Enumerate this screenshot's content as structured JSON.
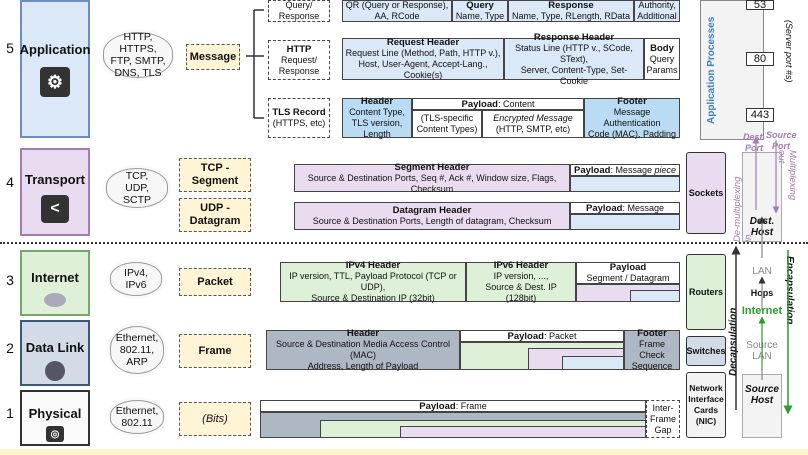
{
  "layers": [
    {
      "num": "5",
      "name": "Application",
      "protocols": "HTTP, HTTPS,\nFTP, SMTP,\nDNS, TLS",
      "pdu": "Message"
    },
    {
      "num": "4",
      "name": "Transport",
      "protocols": "TCP, UDP,\nSCTP",
      "pdu_tcp": "TCP -\nSegment",
      "pdu_udp": "UDP -\nDatagram"
    },
    {
      "num": "3",
      "name": "Internet",
      "protocols": "IPv4,\nIPv6",
      "pdu": "Packet"
    },
    {
      "num": "2",
      "name": "Data Link",
      "protocols": "Ethernet,\n802.11,\nARP",
      "pdu": "Frame"
    },
    {
      "num": "1",
      "name": "Physical",
      "protocols": "Ethernet,\n802.11",
      "pdu": "(Bits)"
    }
  ],
  "dns": {
    "label": "Query/\nResponse",
    "header": "QR (Query or Response),\nAA, RCode",
    "query": "Query",
    "query_sub": "Name, Type",
    "response": "Response",
    "response_sub": "Name, Type, RLength, RData",
    "tail": "Authority,\nAdditional"
  },
  "http": {
    "label": "HTTP",
    "label_sub": "Request/\nResponse",
    "req": "Request Header",
    "req_sub": "Request Line (Method, Path, HTTP v.),\nHost, User-Agent, Accept-Lang., Cookie(s)",
    "resp": "Response Header",
    "resp_sub": "Status Line (HTTP v., SCode, SText),\nServer, Content-Type, Set-Cookie",
    "body": "Body",
    "body_sub": "Query\nParams"
  },
  "tls": {
    "label": "TLS Record",
    "label_sub": "(HTTPS, etc)",
    "header": "Header",
    "header_sub": "Content Type,\nTLS version,\nLength",
    "payload_b": "Payload",
    "payload_rest": ": Content",
    "p1": "(TLS-specific\nContent Types)",
    "p2_i": "Encrypted Message",
    "p2": "(HTTP, SMTP, etc)",
    "footer": "Footer",
    "footer_sub": "Message Authentication\nCode (MAC), Padding"
  },
  "ports": [
    "53",
    "80",
    "443"
  ],
  "app_proc": "Application Processes",
  "server_port": "(Server port #s)",
  "segment": {
    "header": "Segment Header",
    "header_sub": "Source & Destination Ports, Seq #, Ack #, Window size, Flags, Checksum",
    "payload_b": "Payload",
    "payload_rest": ": Message ",
    "payload_i": "piece"
  },
  "datagram": {
    "header": "Datagram Header",
    "header_sub": "Source & Destination Ports, Length of datagram, Checksum",
    "payload_b": "Payload",
    "payload_rest": ": Message"
  },
  "packet": {
    "v4": "IPv4 Header",
    "v4_sub": "IP version, TTL, Payload Protocol (TCP or UDP),\nSource & Destination IP (32bit)",
    "v6": "IPv6 Header",
    "v6_sub": "IP version, ...,\nSource & Dest. IP (128bit)",
    "payload_b": "Payload",
    "payload_sub": "Segment / Datagram"
  },
  "frame": {
    "header": "Header",
    "header_sub": "Source & Destination Media Access Control (MAC)\nAddress, Length of Payload",
    "payload_b": "Payload",
    "payload_rest": ": Packet",
    "footer": "Footer",
    "footer_sub": "Frame Check\nSequence"
  },
  "bits": {
    "payload_b": "Payload",
    "payload_rest": ": Frame",
    "gap": "Inter-\nFrame\nGap"
  },
  "devices": {
    "sockets": "Sockets",
    "routers": "Routers",
    "switches": "Switches",
    "nic": "Network\nInterface\nCards\n(NIC)"
  },
  "side": {
    "dest_port": "Dest.\nPort",
    "source_port": "Source\nPort",
    "demux": "De-multiplexing\nin",
    "mux": "Multiplexing\nout",
    "dest_host": "Dest.\nHost",
    "lan": "LAN",
    "hops": "Hops",
    "internet": "Internet",
    "source_lan": "Source\nLAN",
    "source_host": "Source\nHost",
    "decap": "Decapsulation",
    "encap": "Encapsulation"
  }
}
